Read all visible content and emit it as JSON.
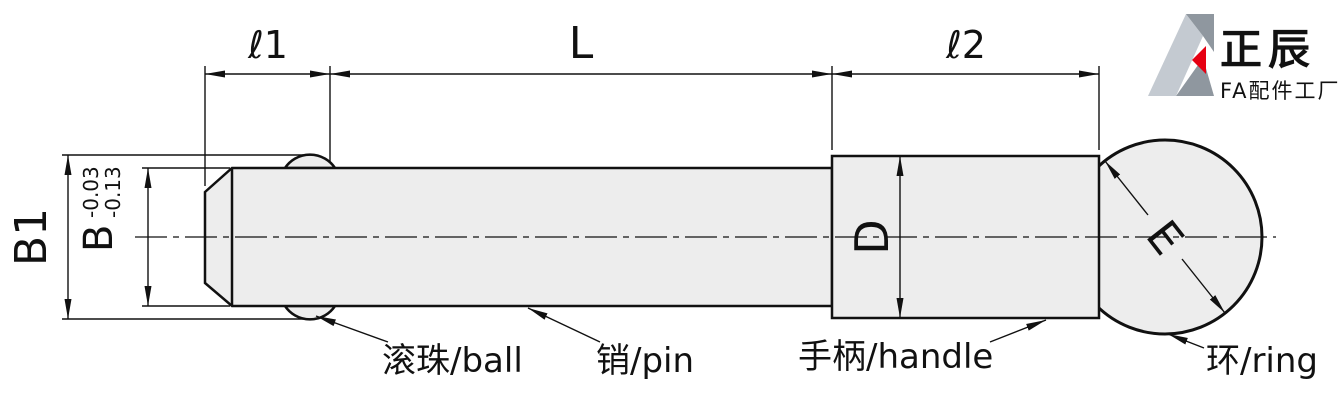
{
  "drawing": {
    "dim_l1": "ℓ1",
    "dim_L": "L",
    "dim_l2": "ℓ2",
    "dim_B1": "B1",
    "dim_B": "B",
    "dim_B_tol_upper": "-0.03",
    "dim_B_tol_lower": "-0.13",
    "dim_D": "D",
    "dim_E": "E"
  },
  "callouts": {
    "ball": "滚珠/ball",
    "pin": "销/pin",
    "handle": "手柄/handle",
    "ring": "环/ring"
  },
  "logo": {
    "name": "正辰",
    "subtitle": "FA配件工厂"
  },
  "colors": {
    "line": "#111111",
    "part_fill": "#ededed",
    "logo_red": "#e60012",
    "logo_pink": "#ee8e8e",
    "logo_gray": "#8f979f",
    "logo_gray_light": "#c4cad1"
  }
}
